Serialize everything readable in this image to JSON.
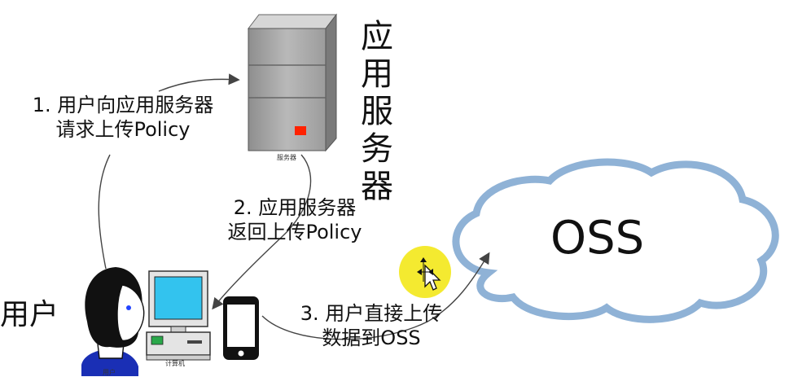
{
  "labels": {
    "app_server_vertical": "应用服务器",
    "server_caption": "服务器",
    "computer_caption": "计算机",
    "user_caption": "用户",
    "user_side_label": "用户",
    "oss_label": "OSS"
  },
  "steps": [
    {
      "line1": "1. 用户向应用服务器",
      "line2": "请求上传Policy"
    },
    {
      "line1": "2. 应用服务器",
      "line2": "返回上传Policy"
    },
    {
      "line1": "3. 用户直接上传",
      "line2": "数据到OSS"
    }
  ],
  "colors": {
    "cloud_stroke": "#8fb2d6",
    "server_body": "#a9a9a9",
    "server_indicator": "#ff2200",
    "cursor_highlight": "#f3e81a",
    "monitor_screen": "#33c3ee",
    "user_shirt": "#1a2fb5"
  }
}
